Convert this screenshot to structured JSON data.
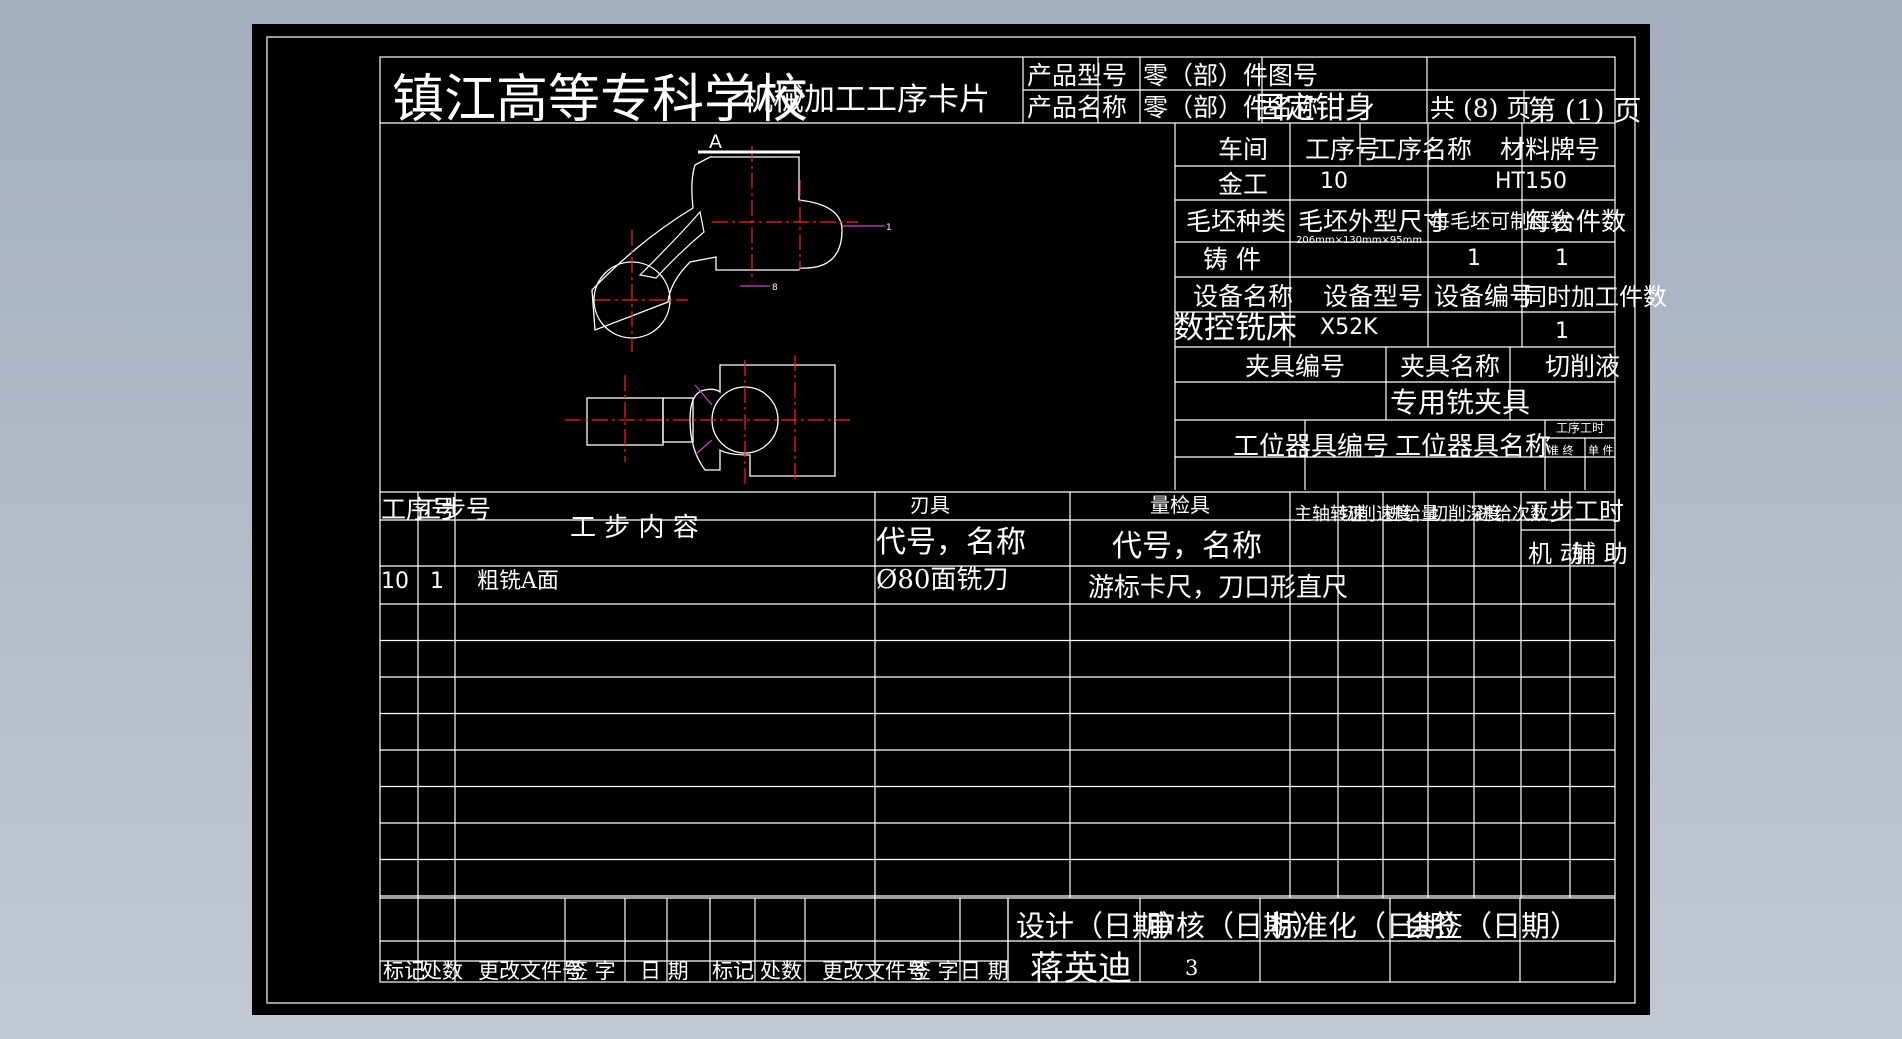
{
  "colors": {
    "background": "#a8b2c1",
    "sheet": "#000000",
    "line": "#ffffff",
    "center_line": "#ff2020",
    "dimension": "#d040d0"
  },
  "header": {
    "school": "镇江高等专科学校",
    "card_title": "机械加工工序卡片",
    "product_model_label": "产品型号",
    "part_drawing_no_label": "零（部）件图号",
    "product_name_label": "产品名称",
    "part_name_label": "零（部）件名称",
    "part_name": "固定钳身",
    "total_pages": "共 (8) 页",
    "page_no": "第 (1) 页"
  },
  "drawing": {
    "face_label": "A",
    "dim_1": "1",
    "dim_2": "8"
  },
  "info": {
    "workshop_label": "车间",
    "op_no_label": "工序号",
    "op_name_label": "工序名称",
    "material_label": "材料牌号",
    "workshop": "金工",
    "op_no": "10",
    "material": "HT150",
    "blank_type_label": "毛坯种类",
    "blank_size_label": "毛坯外型尺寸",
    "parts_per_blank_label": "每毛坯可制件数",
    "parts_per_unit_label": "每台件数",
    "blank_type": "铸 件",
    "blank_size": "206mm×130mm×95mm",
    "parts_per_blank": "1",
    "parts_per_unit": "1",
    "equip_name_label": "设备名称",
    "equip_model_label": "设备型号",
    "equip_no_label": "设备编号",
    "simul_parts_label": "同时加工件数",
    "equip_name": "数控铣床",
    "equip_model": "X52K",
    "simul_parts": "1",
    "fixture_no_label": "夹具编号",
    "fixture_name_label": "夹具名称",
    "coolant_label": "切削液",
    "fixture_name": "专用铣夹具",
    "station_tool_no_label": "工位器具编号",
    "station_tool_name_label": "工位器具名称",
    "op_hours_label": "工序工时",
    "prep_label": "准 终",
    "unit_label": "单 件"
  },
  "steps": {
    "headers": {
      "op_no": "工序号",
      "step_no": "工步号",
      "content": "工 步 内 容",
      "cutter": "刃具",
      "cutter_sub": "代号，名称",
      "gauge": "量检具",
      "gauge_sub": "代号，名称",
      "spindle": "主轴转速",
      "speed": "切削速度",
      "feed": "进给量",
      "depth": "切削深度",
      "passes": "进给次数",
      "step_time": "工步工时",
      "machine": "机 动",
      "aux": "辅 助"
    },
    "rows": [
      {
        "op_no": "10",
        "step_no": "1",
        "content": "粗铣A面",
        "cutter": "Ø80面铣刀",
        "gauge": "游标卡尺，刀口形直尺"
      }
    ]
  },
  "footer": {
    "design_label": "设计（日期）",
    "review_label": "审核（日期）",
    "standard_label": "标准化（日期）",
    "countersign_label": "会签（日期）",
    "designer": "蒋英迪",
    "review_value": "3",
    "mark_label": "标记",
    "place_label": "处数",
    "change_doc_label": "更改文件号",
    "sign_label": "签 字",
    "date_label": "日 期"
  }
}
